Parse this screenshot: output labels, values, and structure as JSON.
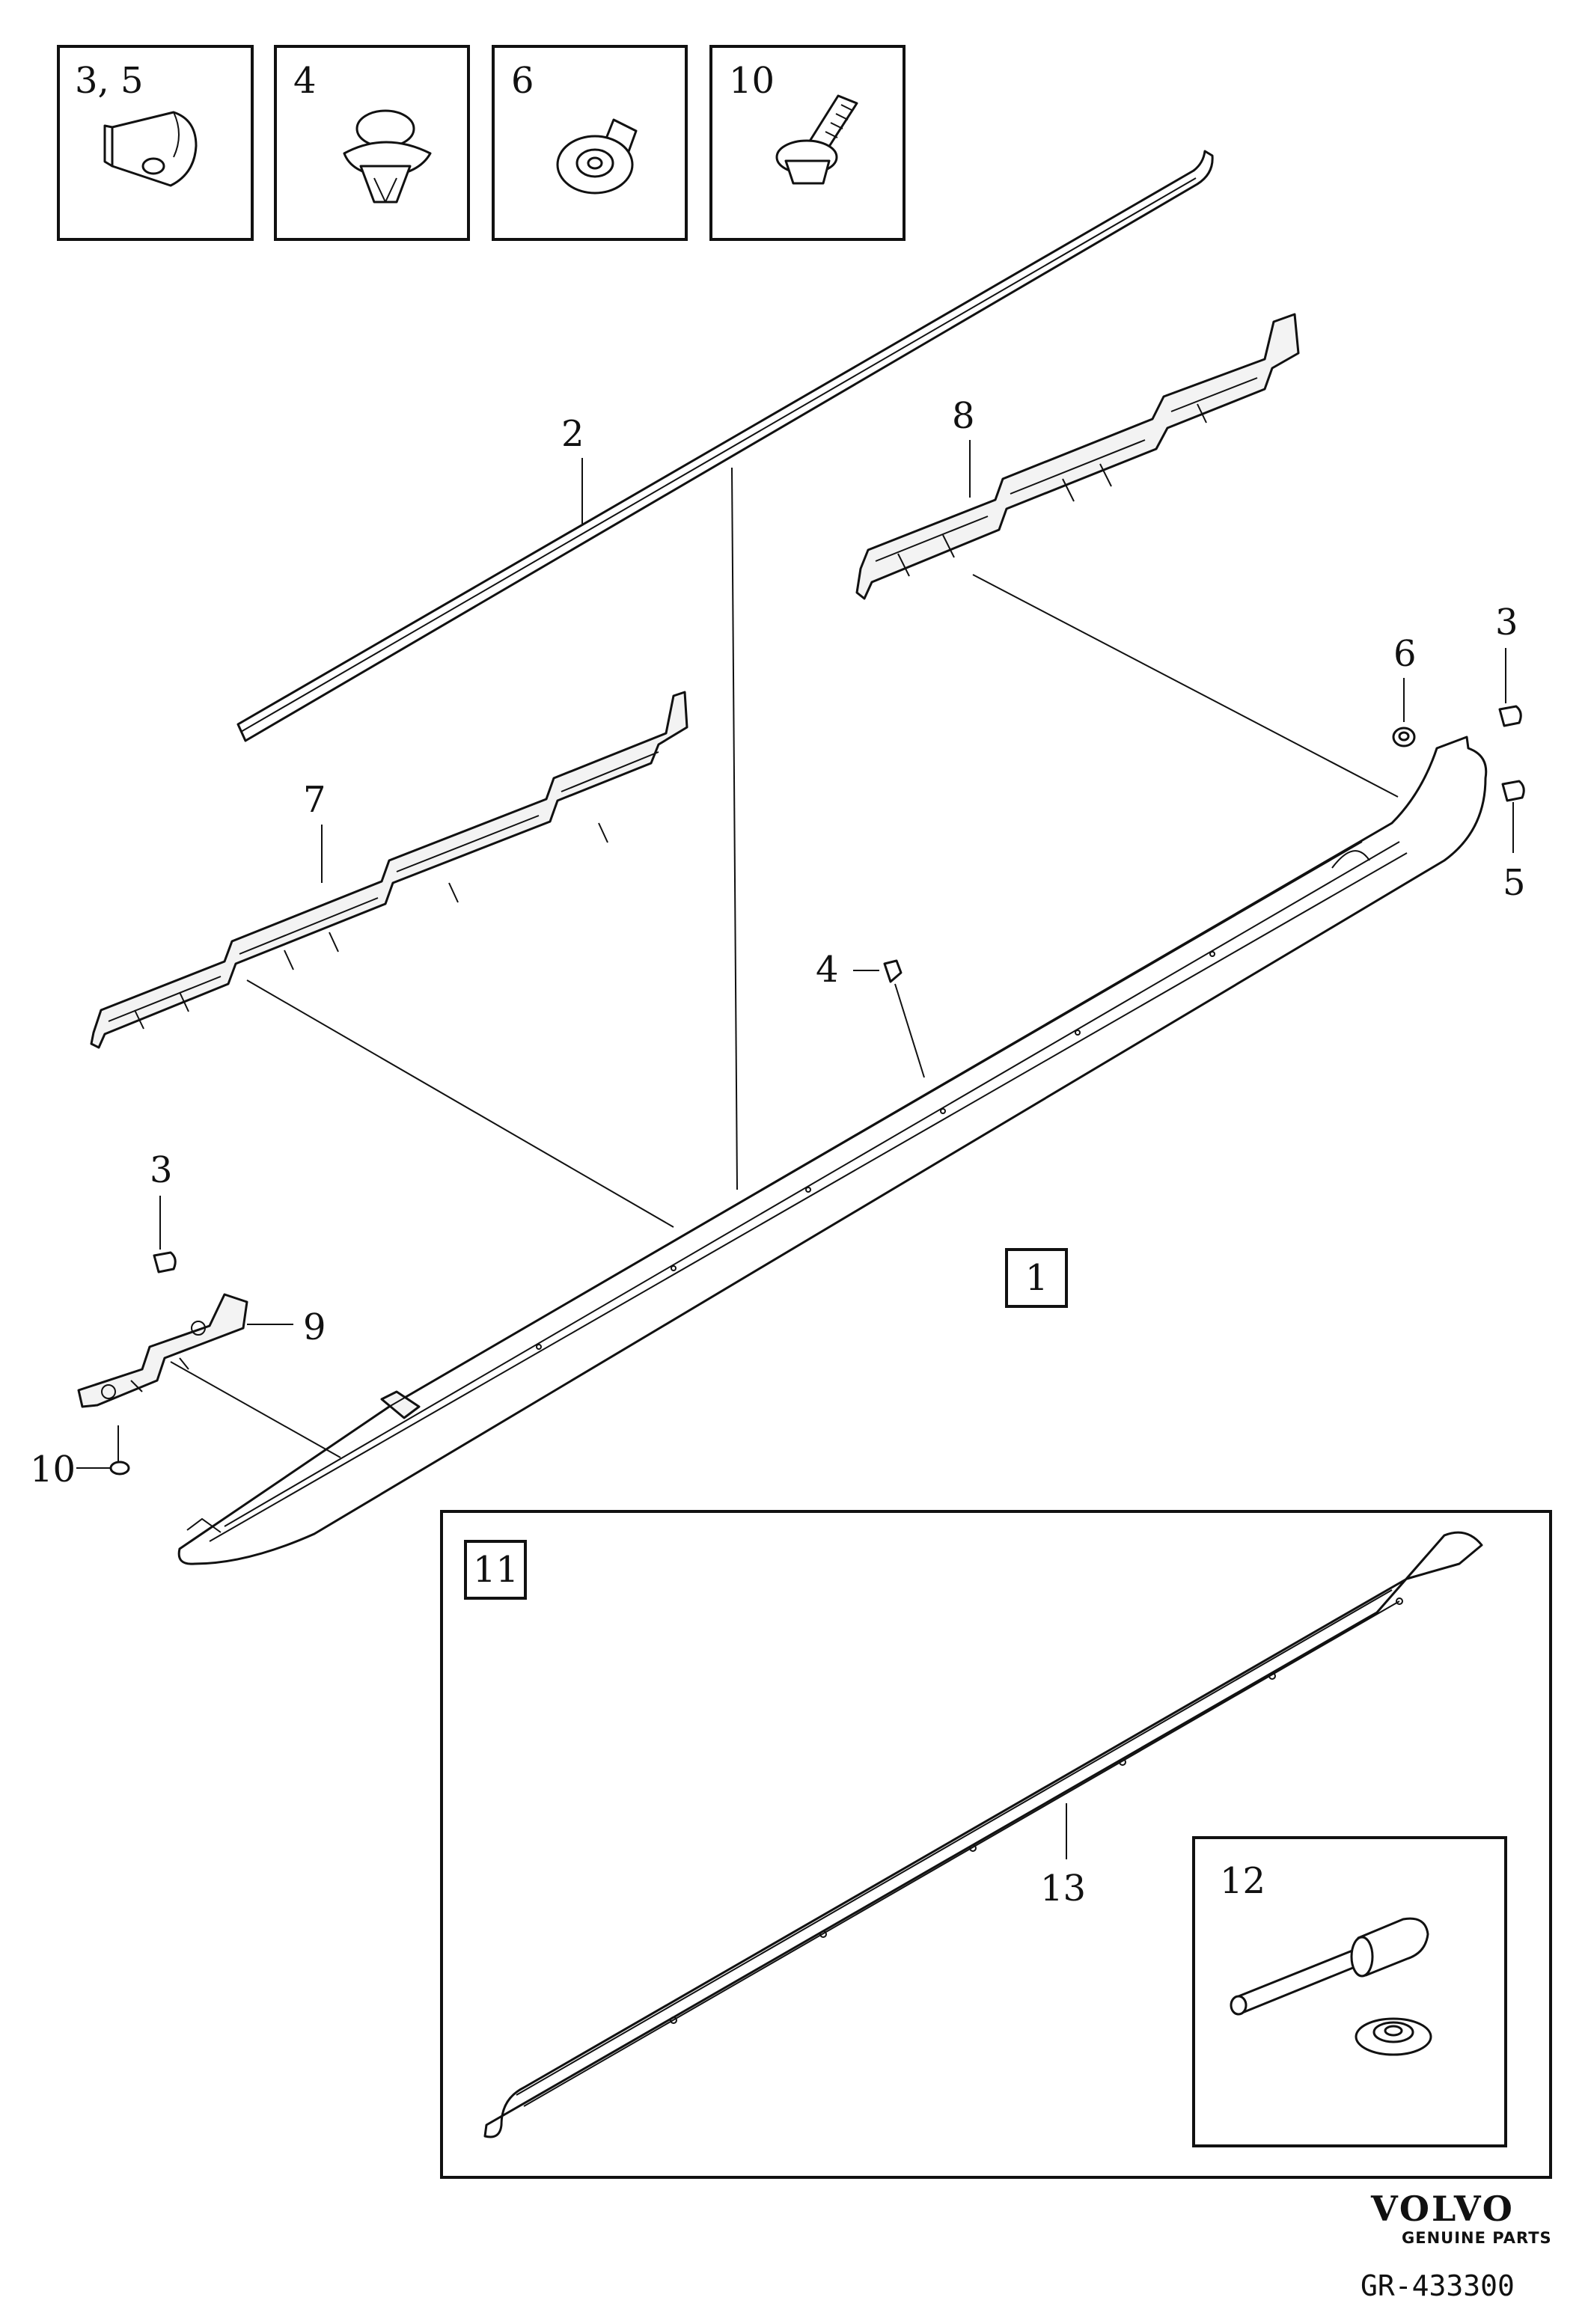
{
  "diagram": {
    "insets": [
      {
        "id": "inset-3-5",
        "label": "3, 5",
        "icon": "clip-icon"
      },
      {
        "id": "inset-4",
        "label": "4",
        "icon": "push-rivet-icon"
      },
      {
        "id": "inset-6",
        "label": "6",
        "icon": "grommet-icon"
      },
      {
        "id": "inset-10",
        "label": "10",
        "icon": "bolt-icon"
      }
    ],
    "callouts": {
      "sill_molding_strip": "2",
      "bracket_left": "7",
      "bracket_right": "8",
      "clip_top_right": "3",
      "grommet_top_right": "6",
      "clip_right_lower": "5",
      "rivet_mid": "4",
      "clip_left": "3",
      "bracket_small": "9",
      "bolt_left": "10",
      "main_assembly_boxed": "1",
      "kit_boxed": "11",
      "inner_panel": "13",
      "rivet_kit": "12"
    },
    "brand": {
      "name": "VOLVO",
      "tagline": "GENUINE PARTS",
      "reference": "GR-433300"
    }
  }
}
